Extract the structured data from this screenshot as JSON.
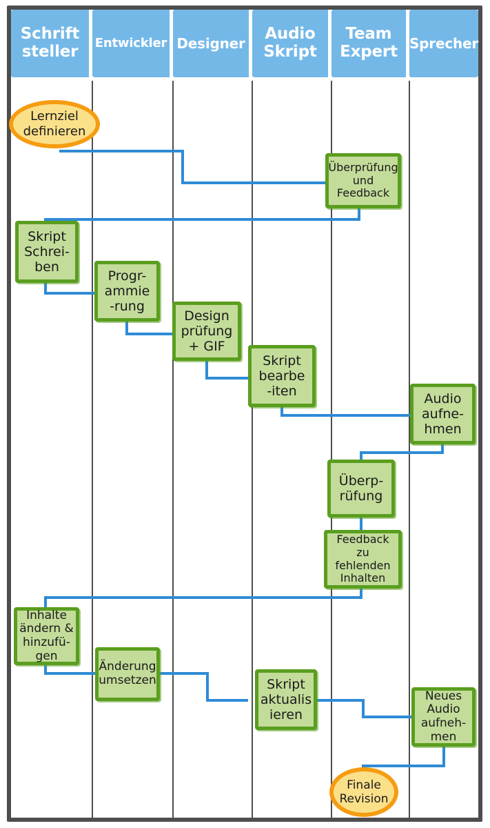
{
  "diagram": {
    "type": "swimlane-flowchart",
    "language": "de",
    "colors": {
      "lane_header_fill": "#74b8e8",
      "lane_header_text": "#ffffff",
      "frame_border": "#4d4d4d",
      "process_fill": "#c3dc9a",
      "process_border": "#5a9e1f",
      "terminator_fill": "#fbe08a",
      "terminator_border": "#f59c11",
      "connector": "#2e8bd6",
      "background": "#ffffff"
    },
    "lanes": [
      {
        "id": "schriftsteller",
        "label": "Schrift\nsteller"
      },
      {
        "id": "entwickler",
        "label": "Entwickler"
      },
      {
        "id": "designer",
        "label": "Designer"
      },
      {
        "id": "audioskript",
        "label": "Audio\nSkript"
      },
      {
        "id": "teamexpert",
        "label": "Team\nExpert"
      },
      {
        "id": "sprecher",
        "label": "Sprecher"
      }
    ],
    "lane_labels": {
      "l0_line1": "Schrift",
      "l0_line2": "steller",
      "l1": "Entwickler",
      "l2": "Designer",
      "l3_line1": "Audio",
      "l3_line2": "Skript",
      "l4_line1": "Team",
      "l4_line2": "Expert",
      "l5": "Sprecher"
    },
    "nodes": [
      {
        "id": "n1",
        "lane": "schriftsteller",
        "shape": "terminator",
        "label": "Lernziel\ndefinieren",
        "label_lines": [
          "Lernziel",
          "definieren"
        ]
      },
      {
        "id": "n2",
        "lane": "teamexpert",
        "shape": "process",
        "label": "Überprüfung und Feedback",
        "label_lines": [
          "Überprüfung",
          "und",
          "Feedback"
        ]
      },
      {
        "id": "n3",
        "lane": "schriftsteller",
        "shape": "process",
        "label": "Skript Schreiben",
        "label_lines": [
          "Skript",
          "Schrei-",
          "ben"
        ]
      },
      {
        "id": "n4",
        "lane": "entwickler",
        "shape": "process",
        "label": "Programmierung",
        "label_lines": [
          "Progr-",
          "ammie",
          "-rung"
        ]
      },
      {
        "id": "n5",
        "lane": "designer",
        "shape": "process",
        "label": "Designprüfung + GIF",
        "label_lines": [
          "Design",
          "prüfung",
          "+ GIF"
        ]
      },
      {
        "id": "n6",
        "lane": "audioskript",
        "shape": "process",
        "label": "Skript bearbeiten",
        "label_lines": [
          "Skript",
          "bearbe",
          "-iten"
        ]
      },
      {
        "id": "n7",
        "lane": "sprecher",
        "shape": "process",
        "label": "Audio aufnehmen",
        "label_lines": [
          "Audio",
          "aufne-",
          "hmen"
        ]
      },
      {
        "id": "n8",
        "lane": "teamexpert",
        "shape": "process",
        "label": "Überprüfung",
        "label_lines": [
          "Überp-",
          "rüfung"
        ]
      },
      {
        "id": "n9",
        "lane": "teamexpert",
        "shape": "process",
        "label": "Feedback zu fehlenden Inhalten",
        "label_lines": [
          "Feedback",
          "zu",
          "fehlenden",
          "Inhalten"
        ]
      },
      {
        "id": "n10",
        "lane": "schriftsteller",
        "shape": "process",
        "label": "Inhalte ändern & hinzufügen",
        "label_lines": [
          "Inhalte",
          "ändern &",
          "hinzufü-",
          "gen"
        ]
      },
      {
        "id": "n11",
        "lane": "entwickler",
        "shape": "process",
        "label": "Änderung umsetzen",
        "label_lines": [
          "Änderung",
          "umsetzen"
        ]
      },
      {
        "id": "n12",
        "lane": "audioskript",
        "shape": "process",
        "label": "Skript aktualisieren",
        "label_lines": [
          "Skript",
          "aktualis",
          "ieren"
        ]
      },
      {
        "id": "n13",
        "lane": "sprecher",
        "shape": "process",
        "label": "Neues Audio aufnehmen",
        "label_lines": [
          "Neues",
          "Audio",
          "aufneh-",
          "men"
        ]
      },
      {
        "id": "n14",
        "lane": "teamexpert",
        "shape": "terminator",
        "label": "Finale Revision",
        "label_lines": [
          "Finale",
          "Revision"
        ]
      }
    ],
    "edges": [
      {
        "from": "n1",
        "to": "n2"
      },
      {
        "from": "n2",
        "to": "n3"
      },
      {
        "from": "n3",
        "to": "n4"
      },
      {
        "from": "n4",
        "to": "n5"
      },
      {
        "from": "n5",
        "to": "n6"
      },
      {
        "from": "n6",
        "to": "n7"
      },
      {
        "from": "n7",
        "to": "n8"
      },
      {
        "from": "n8",
        "to": "n9"
      },
      {
        "from": "n9",
        "to": "n10"
      },
      {
        "from": "n10",
        "to": "n11"
      },
      {
        "from": "n11",
        "to": "n12"
      },
      {
        "from": "n12",
        "to": "n13"
      },
      {
        "from": "n13",
        "to": "n14"
      }
    ]
  }
}
